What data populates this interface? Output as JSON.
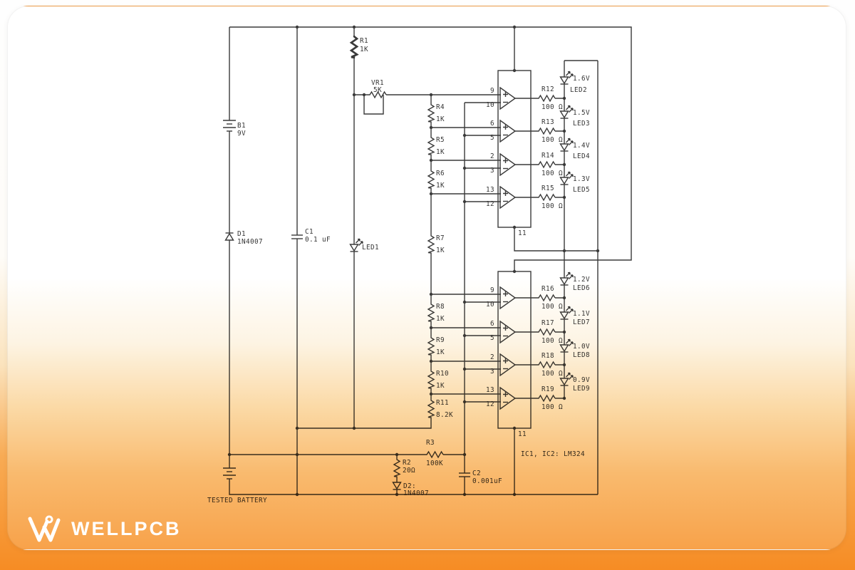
{
  "branding": {
    "logo_text": "WELLPCB"
  },
  "schematic": {
    "note": "IC1, IC2: LM324",
    "tested_battery_label": "TESTED BATTERY",
    "pins": {
      "p9": "9",
      "p10": "10",
      "p6": "6",
      "p5": "5",
      "p2": "2",
      "p3": "3",
      "p13": "13",
      "p12": "12",
      "p11": "11"
    },
    "parts": {
      "b1": {
        "ref": "B1",
        "val": "9V"
      },
      "d1": {
        "ref": "D1",
        "val": "1N4007"
      },
      "c1": {
        "ref": "C1",
        "val": "0.1 uF"
      },
      "r1": {
        "ref": "R1",
        "val": "1K"
      },
      "vr1": {
        "ref": "VR1",
        "val": "5K"
      },
      "led1": {
        "ref": "LED1"
      },
      "r2": {
        "ref": "R2",
        "val": "20Ω"
      },
      "r3": {
        "ref": "R3",
        "val": "100K"
      },
      "d2": {
        "ref": "D2:",
        "val": "1N4007"
      },
      "c2": {
        "ref": "C2",
        "val": "0.001uF"
      },
      "r4": {
        "ref": "R4",
        "val": "1K"
      },
      "r5": {
        "ref": "R5",
        "val": "1K"
      },
      "r6": {
        "ref": "R6",
        "val": "1K"
      },
      "r7": {
        "ref": "R7",
        "val": "1K"
      },
      "r8": {
        "ref": "R8",
        "val": "1K"
      },
      "r9": {
        "ref": "R9",
        "val": "1K"
      },
      "r10": {
        "ref": "R10",
        "val": "1K"
      },
      "r11": {
        "ref": "R11",
        "val": "8.2K"
      },
      "r12": {
        "ref": "R12",
        "val": "100 Ω"
      },
      "r13": {
        "ref": "R13",
        "val": "100 Ω"
      },
      "r14": {
        "ref": "R14",
        "val": "100 Ω"
      },
      "r15": {
        "ref": "R15",
        "val": "100 Ω"
      },
      "r16": {
        "ref": "R16",
        "val": "100 Ω"
      },
      "r17": {
        "ref": "R17",
        "val": "100 Ω"
      },
      "r18": {
        "ref": "R18",
        "val": "100 Ω"
      },
      "r19": {
        "ref": "R19",
        "val": "100 Ω"
      },
      "led2": {
        "ref": "LED2",
        "v": "1.6V"
      },
      "led3": {
        "ref": "LED3",
        "v": "1.5V"
      },
      "led4": {
        "ref": "LED4",
        "v": "1.4V"
      },
      "led5": {
        "ref": "LED5",
        "v": "1.3V"
      },
      "led6": {
        "ref": "LED6",
        "v": "1.2V"
      },
      "led7": {
        "ref": "LED7",
        "v": "1.1V"
      },
      "led8": {
        "ref": "LED8",
        "v": "1.0V"
      },
      "led9": {
        "ref": "LED9",
        "v": "0.9V"
      }
    }
  }
}
